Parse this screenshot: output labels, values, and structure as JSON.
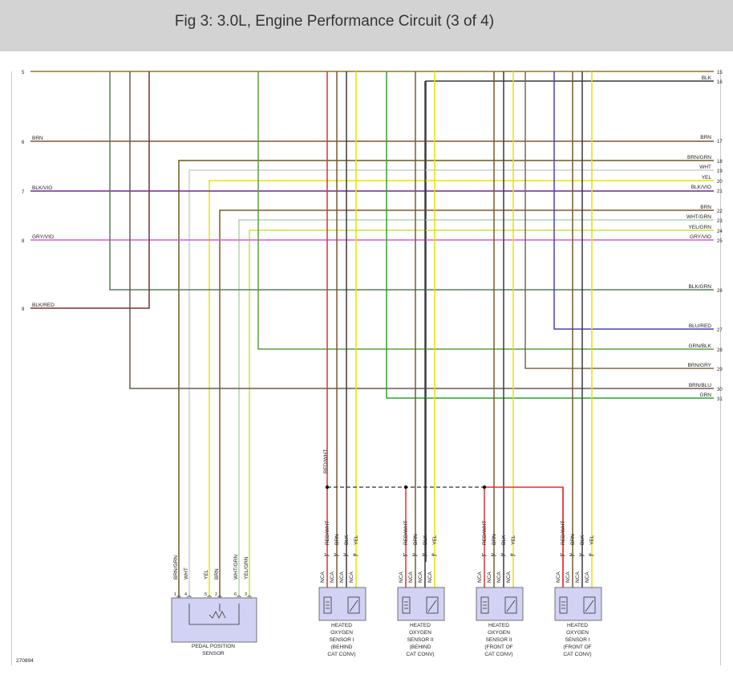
{
  "title": "Fig 3: 3.0L, Engine Performance Circuit (3 of 4)",
  "colors": {
    "BRN": "#7a5a2e",
    "BLK": "#3a3a3a",
    "BRN/GRN": "#6b5a1e",
    "WHT": "#cfcfcf",
    "YEL": "#e8e000",
    "BLK/VIO": "#6a2a8a",
    "WHT/GRN": "#b4d4b4",
    "YEL/GRN": "#c8e040",
    "GRY/VIO": "#d060d0",
    "BLK/GRN": "#5e7a5e",
    "BLK/RED": "#7a3030",
    "BLU/RED": "#4a40c0",
    "GRN/BLK": "#5aa040",
    "BRN/GRY": "#7a6a4a",
    "BRN/BLU": "#6a5a52",
    "GRN": "#30a030",
    "RED/WHT": "#e03030",
    "TOP5": "#8a7a30",
    "shield": "#333333",
    "connector_fill": "#d2d2f4",
    "connector_stroke": "#555555"
  },
  "left_pins": [
    {
      "num": "5",
      "label": ""
    },
    {
      "num": "6",
      "label": "BRN"
    },
    {
      "num": "7",
      "label": "BLK/VIO"
    },
    {
      "num": "8",
      "label": "GRY/VIO"
    },
    {
      "num": "9",
      "label": "BLK/RED"
    }
  ],
  "right_pins": [
    {
      "num": "15",
      "label": ""
    },
    {
      "num": "16",
      "label": "BLK"
    },
    {
      "num": "17",
      "label": "BRN"
    },
    {
      "num": "18",
      "label": "BRN/GRN"
    },
    {
      "num": "19",
      "label": "WHT"
    },
    {
      "num": "20",
      "label": "YEL"
    },
    {
      "num": "21",
      "label": "BLK/VIO"
    },
    {
      "num": "22",
      "label": "BRN"
    },
    {
      "num": "23",
      "label": "WHT/GRN"
    },
    {
      "num": "24",
      "label": "YEL/GRN"
    },
    {
      "num": "25",
      "label": "GRY/VIO"
    },
    {
      "num": "26",
      "label": "BLK/GRN"
    },
    {
      "num": "27",
      "label": "BLU/RED"
    },
    {
      "num": "28",
      "label": "GRN/BLK"
    },
    {
      "num": "29",
      "label": "BRN/GRY"
    },
    {
      "num": "30",
      "label": "BRN/BLU"
    },
    {
      "num": "31",
      "label": "GRN"
    }
  ],
  "pedal_sensor": {
    "name": "PEDAL POSITION SENSOR",
    "name_lines": [
      "PEDAL POSITION",
      "SENSOR"
    ],
    "wires": [
      {
        "label": "BRN/GRN",
        "pin": "1"
      },
      {
        "label": "WHT",
        "pin": "4"
      },
      {
        "label": "YEL",
        "pin": "5"
      },
      {
        "label": "BRN",
        "pin": "2"
      },
      {
        "label": "WHT/GRN",
        "pin": "6"
      },
      {
        "label": "YEL/GRN",
        "pin": "3"
      }
    ]
  },
  "shield_label": "RED/WHT",
  "oxygen_sensors": [
    {
      "name_lines": [
        "HEATED",
        "OXYGEN",
        "SENSOR I",
        "(BEHIND",
        "CAT CONV)"
      ]
    },
    {
      "name_lines": [
        "HEATED",
        "OXYGEN",
        "SENSOR II",
        "(BEHIND",
        "CAT CONV)"
      ]
    },
    {
      "name_lines": [
        "HEATED",
        "OXYGEN",
        "SENSOR II",
        "(FRONT OF",
        "CAT CONV)"
      ]
    },
    {
      "name_lines": [
        "HEATED",
        "OXYGEN",
        "SENSOR I",
        "(FRONT OF",
        "CAT CONV)"
      ]
    }
  ],
  "o2_wire_labels": [
    "RED/WHT",
    "BRN",
    "BLK",
    "YEL"
  ],
  "o2_pins": [
    "1",
    "2",
    "3",
    "4"
  ],
  "nca_label": "NCA",
  "figure_number": "270894"
}
